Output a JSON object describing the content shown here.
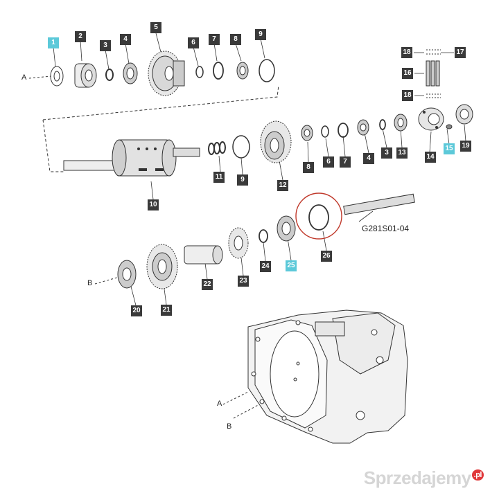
{
  "diagram": {
    "code": "G281S01-04",
    "letters": [
      "A",
      "B"
    ],
    "colors": {
      "callout_dark": "#3a3a3a",
      "callout_highlight": "#5cc9d9",
      "line": "#333333",
      "circle_red": "#c0392b"
    },
    "callouts": {
      "c1": "1",
      "c2": "2",
      "c3": "3",
      "c4": "4",
      "c5": "5",
      "c6": "6",
      "c7": "7",
      "c8": "8",
      "c9": "9",
      "c10": "10",
      "c11": "11",
      "c9b": "9",
      "c12": "12",
      "c8b": "8",
      "c6b": "6",
      "c7b": "7",
      "c4b": "4",
      "c3b": "3",
      "c13": "13",
      "c14": "14",
      "c15": "15",
      "c19": "19",
      "c18a": "18",
      "c17": "17",
      "c16": "16",
      "c18b": "18",
      "c20": "20",
      "c21": "21",
      "c22": "22",
      "c23": "23",
      "c24": "24",
      "c25": "25",
      "c26": "26"
    }
  },
  "watermark": {
    "text": "Sprzedajemy",
    "suffix": ".pl"
  }
}
